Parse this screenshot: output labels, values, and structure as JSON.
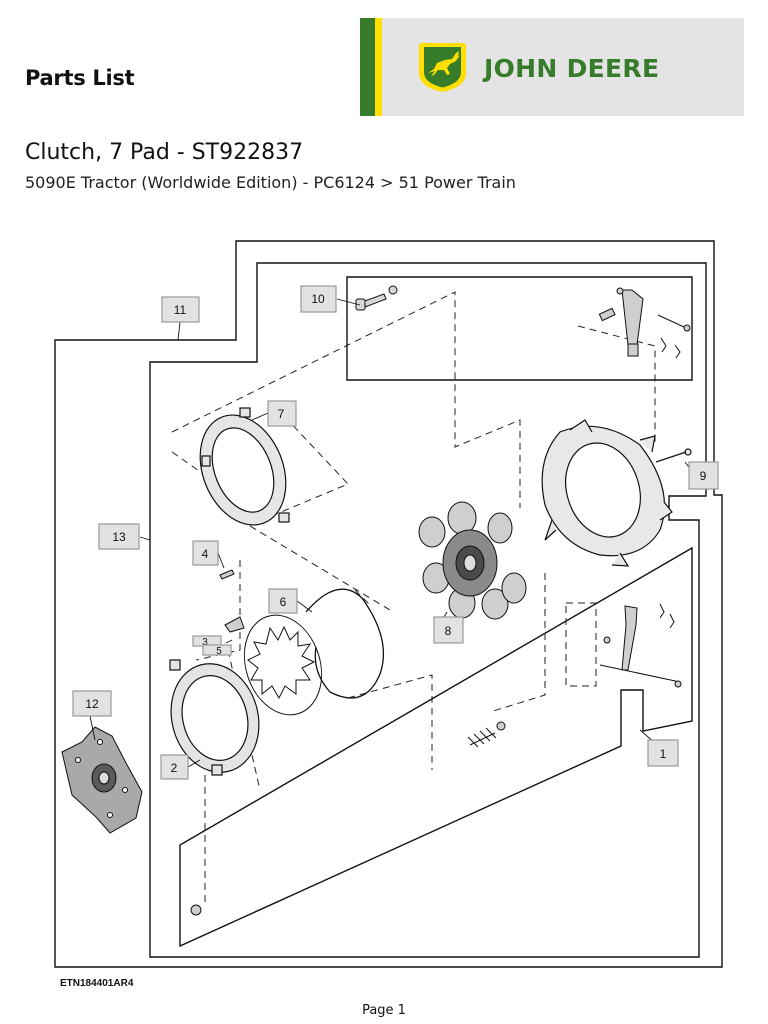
{
  "header": {
    "title": "Parts List"
  },
  "brand": {
    "name": "JOHN DEERE",
    "logo": "deer-logo-icon",
    "colors": {
      "green": "#367c2b",
      "yellow": "#ffde00",
      "panel": "#e4e4e4"
    }
  },
  "part": {
    "title": "Clutch, 7 Pad - ST922837",
    "subtitle": "5090E Tractor (Worldwide Edition) - PC6124 > 51 Power Train"
  },
  "diagram": {
    "callouts": [
      "1",
      "2",
      "3",
      "4",
      "5",
      "6",
      "7",
      "8",
      "9",
      "10",
      "11",
      "12",
      "13"
    ]
  },
  "footer": {
    "code": "ETN184401AR4",
    "page": "Page 1"
  }
}
